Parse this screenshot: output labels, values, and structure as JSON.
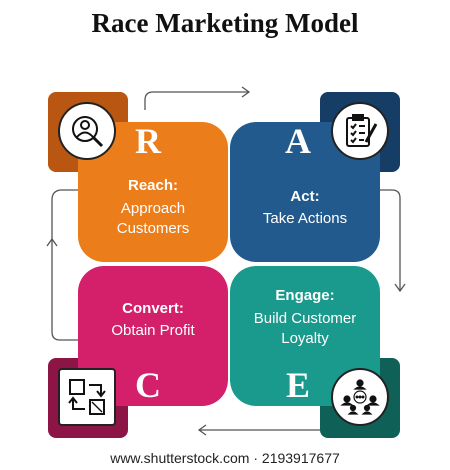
{
  "title": "Race Marketing Model",
  "quadrants": {
    "reach": {
      "letter": "R",
      "heading": "Reach:",
      "lines": [
        "Approach",
        "Customers"
      ],
      "icon": "user-search-icon"
    },
    "act": {
      "letter": "A",
      "heading": "Act:",
      "lines": [
        "Take Actions"
      ],
      "icon": "clipboard-checklist-icon"
    },
    "convert": {
      "letter": "C",
      "heading": "Convert:",
      "lines": [
        "Obtain Profit"
      ],
      "icon": "conversion-icon"
    },
    "engage": {
      "letter": "E",
      "heading": "Engage:",
      "lines": [
        "Build Customer",
        "Loyalty"
      ],
      "icon": "people-network-icon"
    }
  },
  "colors": {
    "reach": "#ec7d1b",
    "reach_corner": "#b85612",
    "act": "#235a8e",
    "act_corner": "#163d66",
    "convert": "#d41f6a",
    "convert_corner": "#8c1546",
    "engage": "#1a9a8c",
    "engage_corner": "#0f6157"
  },
  "footer": "www.shutterstock.com · 2193917677"
}
